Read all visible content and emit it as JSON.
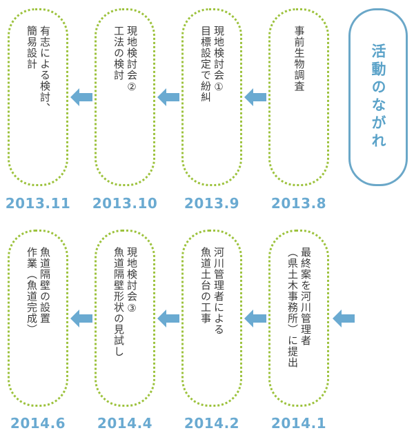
{
  "title": "活動のながれ",
  "steps": [
    {
      "label": "事前生物調査",
      "date": "2013.8"
    },
    {
      "label": "現地検討会①\n目標設定で紛糾",
      "date": "2013.9"
    },
    {
      "label": "現地検討会②\n工法の検討",
      "date": "2013.10"
    },
    {
      "label": "有志による検討、\n簡易設計",
      "date": "2013.11"
    },
    {
      "label": "最終案を河川管理者\n（県土木事務所）に提出",
      "date": "2014.1"
    },
    {
      "label": "河川管理者による\n魚道土台の工事",
      "date": "2014.2"
    },
    {
      "label": "現地検討会③\n魚道隔壁形状の見試し",
      "date": "2014.4"
    },
    {
      "label": "魚道隔壁の設置\n作業（魚道完成）",
      "date": "2014.6"
    }
  ],
  "colors": {
    "box_border": "#9cc23c",
    "arrow": "#6aaad1",
    "date": "#6aaad1",
    "title": "#5aa2c8"
  }
}
